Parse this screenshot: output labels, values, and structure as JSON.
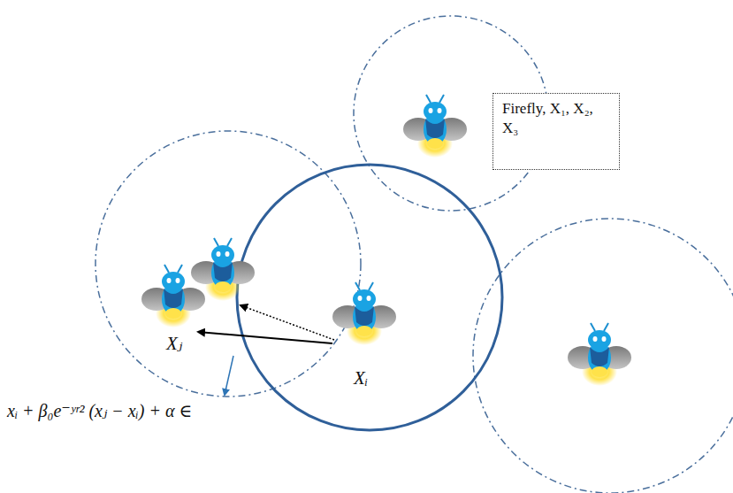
{
  "diagram": {
    "nodes": [
      {
        "text": [
          "Firefly, X₁, X₂, X₃"
        ]
      }
    ],
    "edges": [],
    "labels": [
      "Xⱼ",
      "Xᵢ",
      "xᵢ + β₀e⁻ʸʳ² (xⱼ − xᵢ) + α ∈"
    ]
  }
}
